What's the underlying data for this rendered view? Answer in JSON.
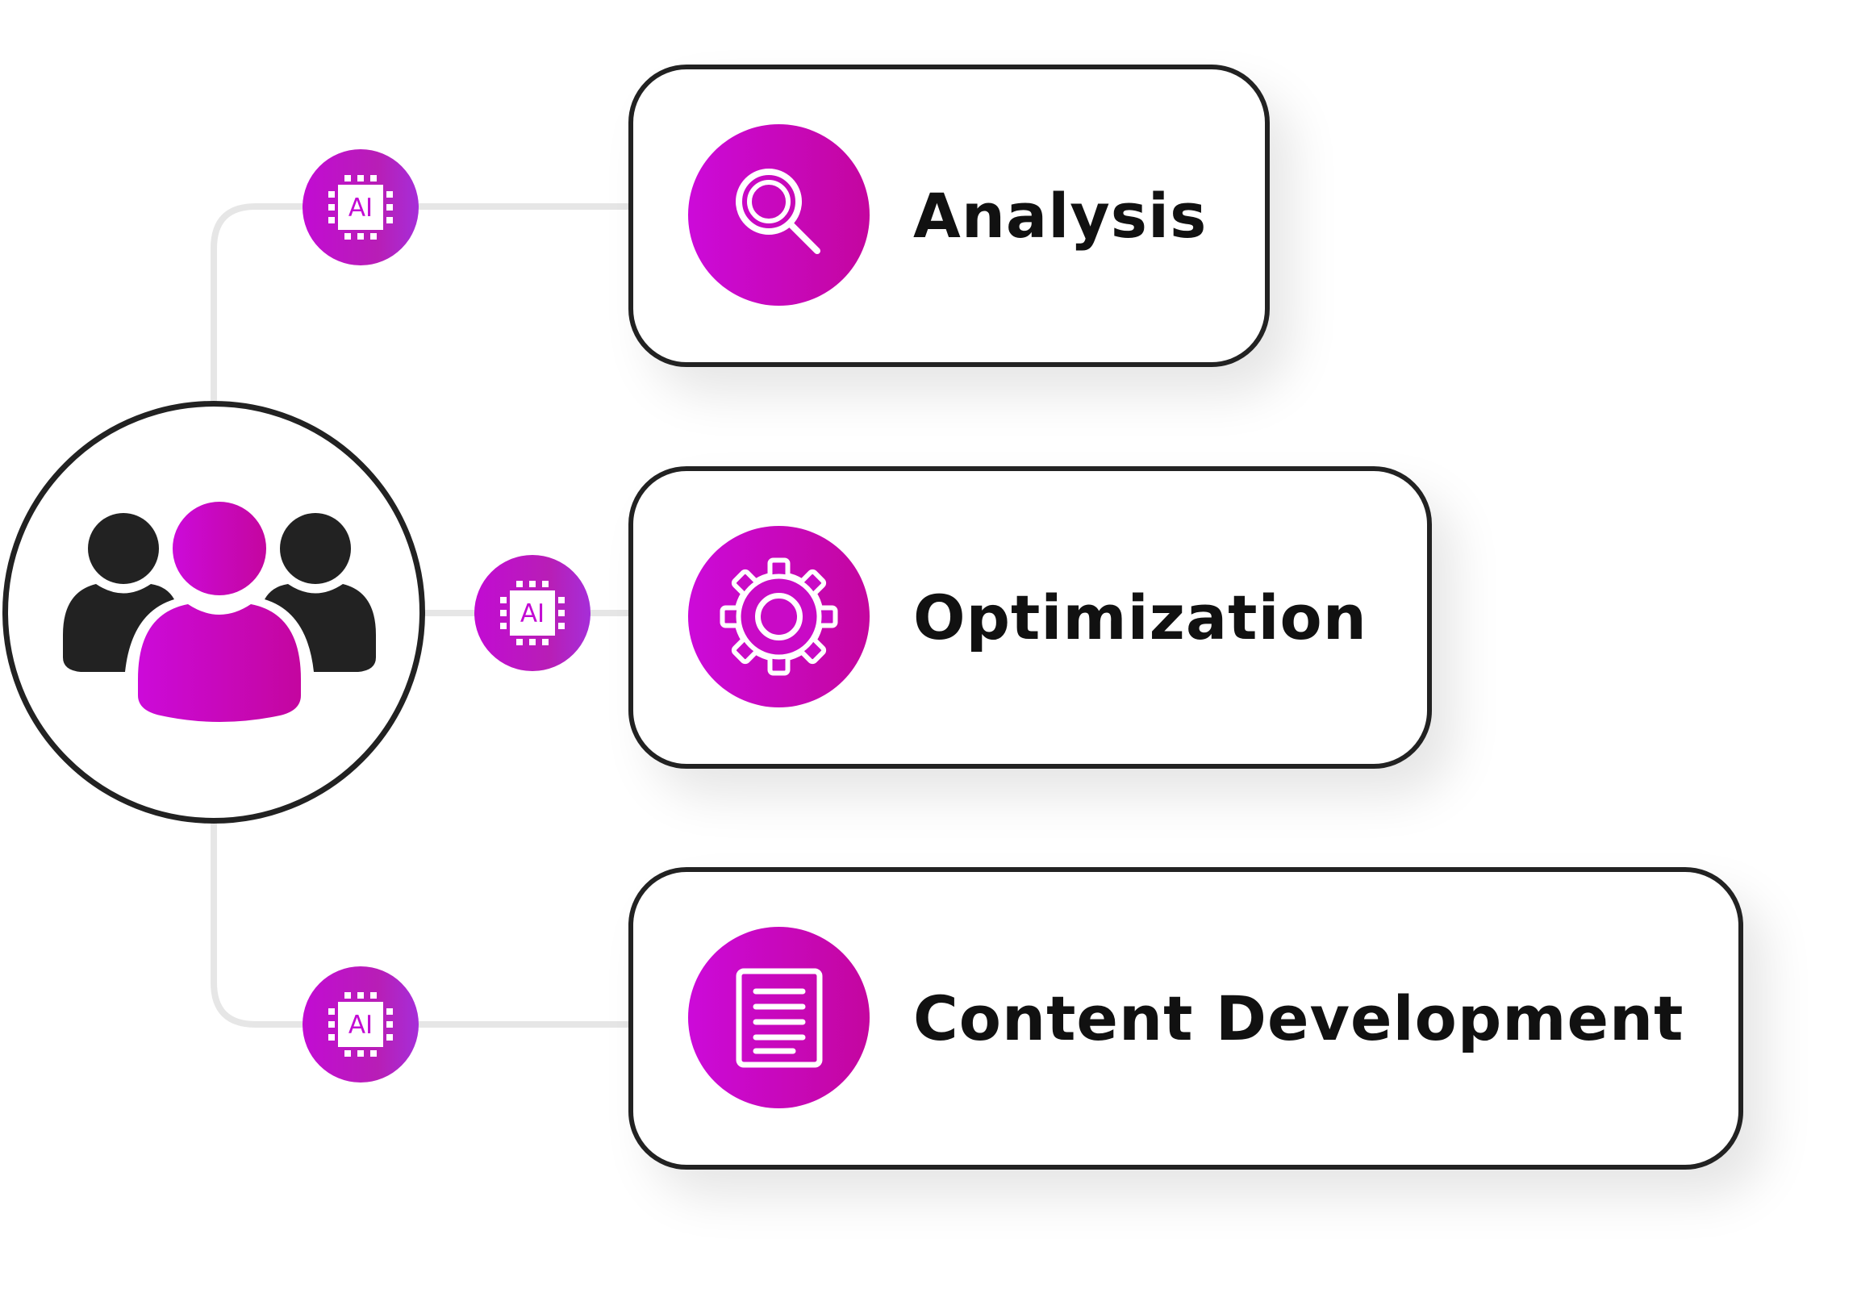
{
  "diagram": {
    "hub": {
      "icon": "users-group-icon"
    },
    "connector_icon": "ai-chip-icon",
    "ai_chip_label": "AI",
    "items": [
      {
        "label": "Analysis",
        "icon": "magnifier-icon"
      },
      {
        "label": "Optimization",
        "icon": "gear-icon"
      },
      {
        "label": "Content Development",
        "icon": "document-icon"
      }
    ]
  },
  "colors": {
    "accent_start": "#cc0ad9",
    "accent_end": "#c4069f",
    "outline": "#222222",
    "connector_line": "#e6e6e6",
    "text": "#111111"
  }
}
